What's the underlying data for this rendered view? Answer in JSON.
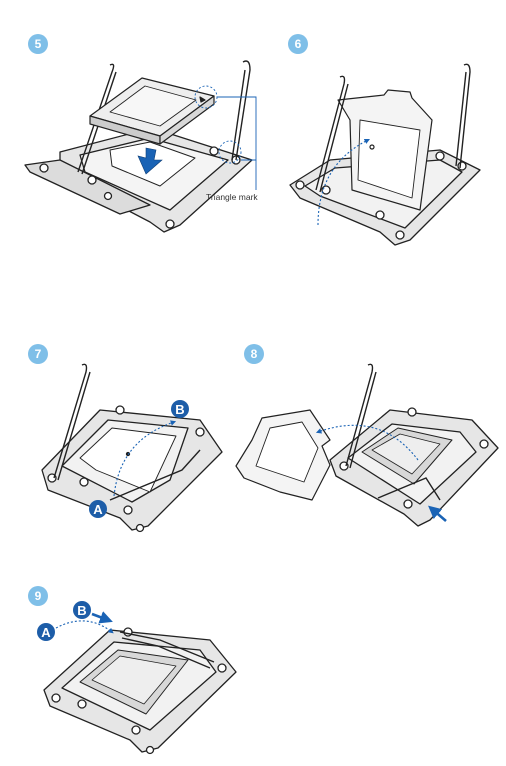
{
  "steps": [
    {
      "number": "5",
      "annotation": "Triangle mark"
    },
    {
      "number": "6"
    },
    {
      "number": "7",
      "labels": [
        "A",
        "B"
      ]
    },
    {
      "number": "8"
    },
    {
      "number": "9",
      "labels": [
        "A",
        "B"
      ]
    }
  ],
  "colors": {
    "badge_fill": "#7fbfe8",
    "letter_fill": "#1d5da8",
    "arrow": "#1a63b5",
    "line": "#222222",
    "frame": "#dcdcdc",
    "plate": "#ececec"
  },
  "icons": [
    "step-badge",
    "letter-badge",
    "down-arrow-icon",
    "push-arrow-icon",
    "curved-dotted-arrow"
  ]
}
